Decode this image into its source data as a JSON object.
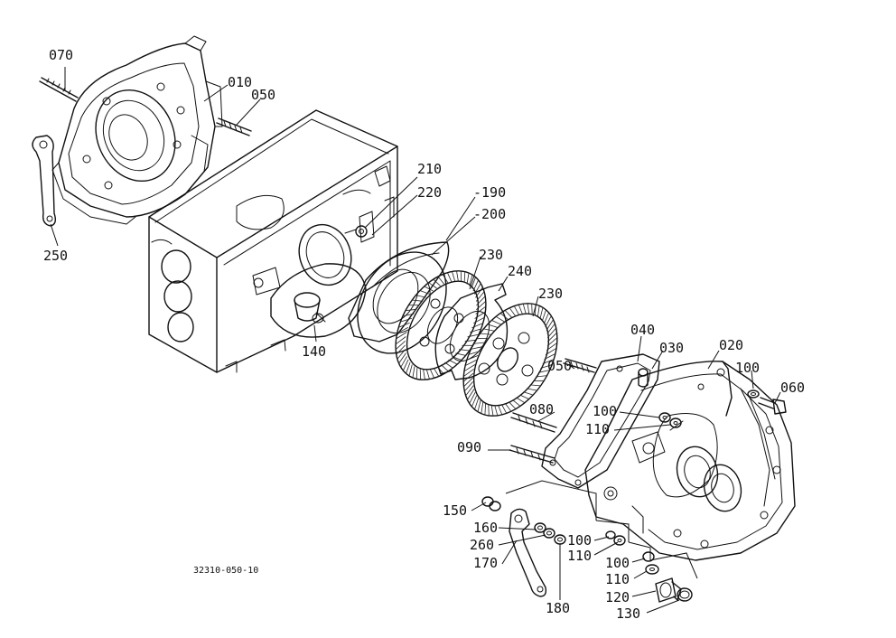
{
  "drawing_code": "32310-050-10",
  "callouts": [
    {
      "id": "c070",
      "text": "070"
    },
    {
      "id": "c010",
      "text": "010"
    },
    {
      "id": "c050a",
      "text": "050"
    },
    {
      "id": "c250",
      "text": "250"
    },
    {
      "id": "c210",
      "text": "210"
    },
    {
      "id": "c220",
      "text": "220"
    },
    {
      "id": "c190",
      "text": "-190"
    },
    {
      "id": "c200",
      "text": "-200"
    },
    {
      "id": "c230a",
      "text": "230"
    },
    {
      "id": "c240",
      "text": "240"
    },
    {
      "id": "c230b",
      "text": "230"
    },
    {
      "id": "c140",
      "text": "140"
    },
    {
      "id": "c040",
      "text": "040"
    },
    {
      "id": "c030",
      "text": "030"
    },
    {
      "id": "c020",
      "text": "020"
    },
    {
      "id": "c100a",
      "text": "100"
    },
    {
      "id": "c060",
      "text": "060"
    },
    {
      "id": "c050b",
      "text": "050"
    },
    {
      "id": "c100b",
      "text": "100"
    },
    {
      "id": "c110a",
      "text": "110"
    },
    {
      "id": "c080",
      "text": "080"
    },
    {
      "id": "c090",
      "text": "090"
    },
    {
      "id": "c150",
      "text": "150"
    },
    {
      "id": "c160",
      "text": "160"
    },
    {
      "id": "c260",
      "text": "260"
    },
    {
      "id": "c170",
      "text": "170"
    },
    {
      "id": "c100c",
      "text": "100"
    },
    {
      "id": "c110b",
      "text": "110"
    },
    {
      "id": "c100d",
      "text": "100"
    },
    {
      "id": "c110c",
      "text": "110"
    },
    {
      "id": "c120",
      "text": "120"
    },
    {
      "id": "c180",
      "text": "180"
    },
    {
      "id": "c130",
      "text": "130"
    }
  ]
}
